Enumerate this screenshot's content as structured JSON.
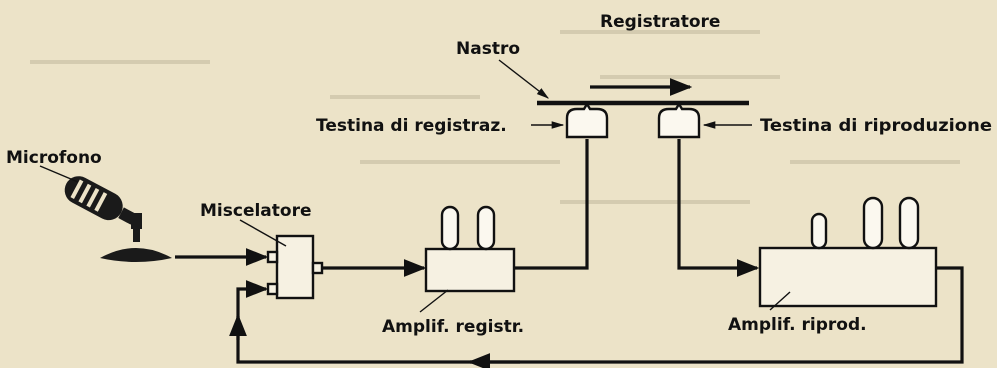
{
  "labels": {
    "registratore": "Registratore",
    "nastro": "Nastro",
    "testina_registraz": "Testina di registraz.",
    "testina_riproduzione": "Testina di riproduzione",
    "microfono": "Microfono",
    "miscelatore": "Miscelatore",
    "amplif_registr": "Amplif. registr.",
    "amplif_riprod": "Amplif. riprod."
  },
  "colors": {
    "background": "#ece3c8",
    "ink": "#111111"
  }
}
